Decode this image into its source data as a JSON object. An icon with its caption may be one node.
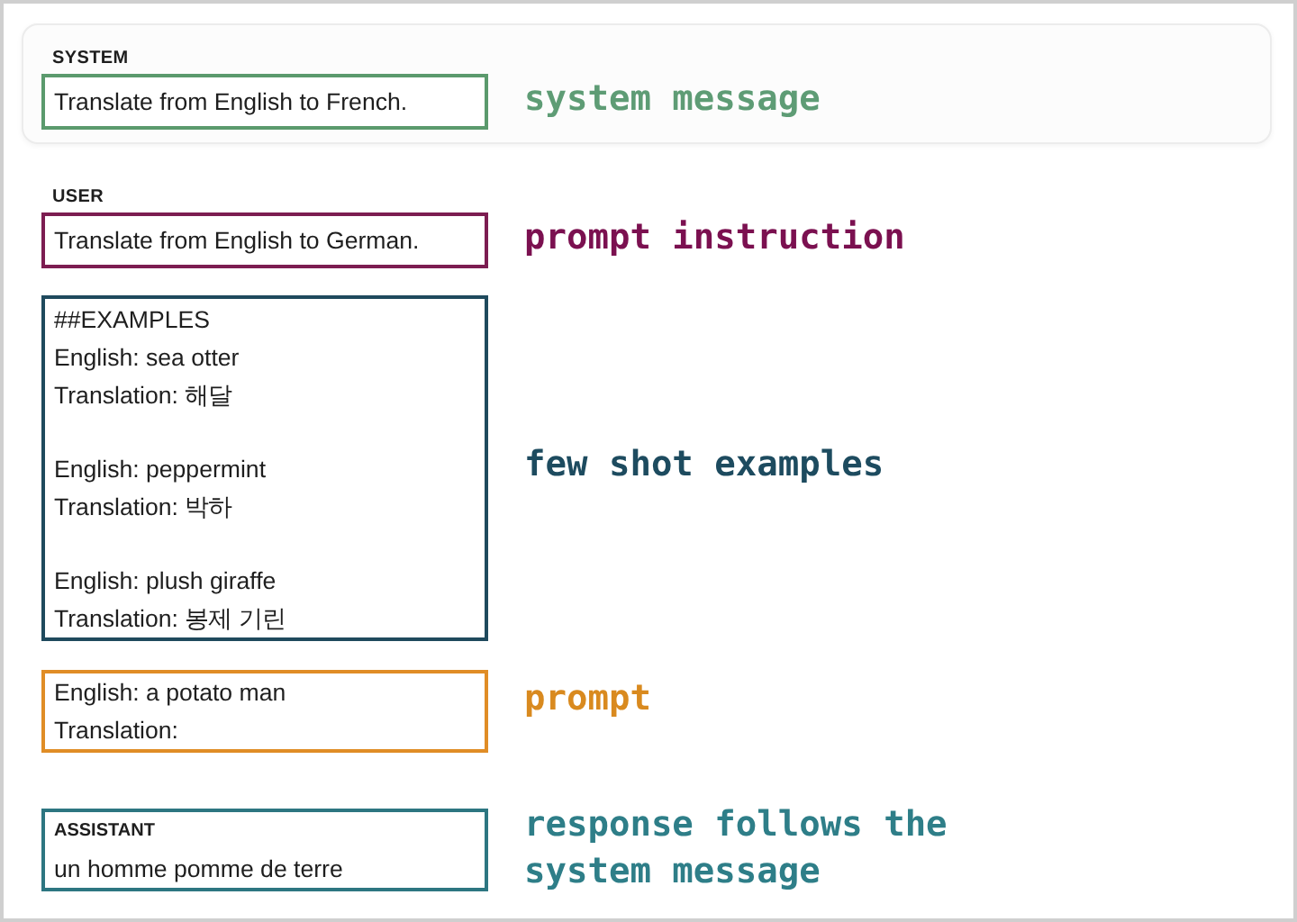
{
  "diagram": {
    "nodes": [
      {
        "text": [],
        "shape": "box"
      },
      {
        "text": [
          "SYSTEM",
          "Translate from English to French."
        ],
        "beside": [
          "system message"
        ],
        "in": 0
      },
      {
        "text": [
          "USER",
          "Translate from English to German."
        ],
        "beside": [
          "prompt instruction"
        ]
      },
      {
        "text": [
          "##EXAMPLES",
          "English: sea otter",
          "Translation: 해달",
          "English: peppermint",
          "Translation: 박하",
          "English: plush giraffe",
          "Translation: 봉제 기린"
        ],
        "beside": [
          "few shot examples"
        ]
      },
      {
        "text": [
          "English: a potato man",
          "Translation:"
        ],
        "beside": [
          "prompt"
        ]
      },
      {
        "text": [
          "ASSISTANT",
          "un homme pomme de terre"
        ],
        "beside": [
          "response follows the system message"
        ]
      }
    ]
  }
}
